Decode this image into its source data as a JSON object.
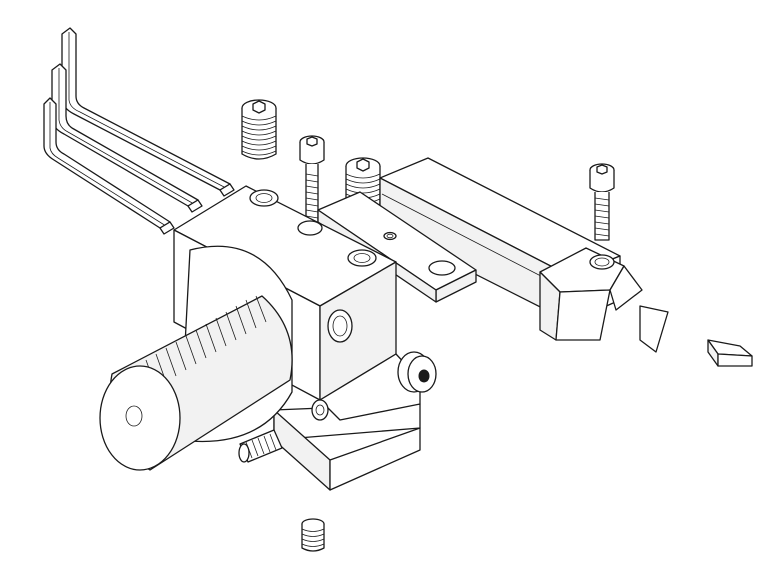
{
  "figure": {
    "type": "exploded-assembly-line-drawing",
    "background_color": "#ffffff",
    "line_color": "#1a1a1a",
    "components": [
      "hex-key-set",
      "set-screw",
      "cap-screw",
      "tool-holder-body",
      "knurled-shank",
      "clamp-bar",
      "cutting-insert",
      "coolant-fitting"
    ]
  }
}
